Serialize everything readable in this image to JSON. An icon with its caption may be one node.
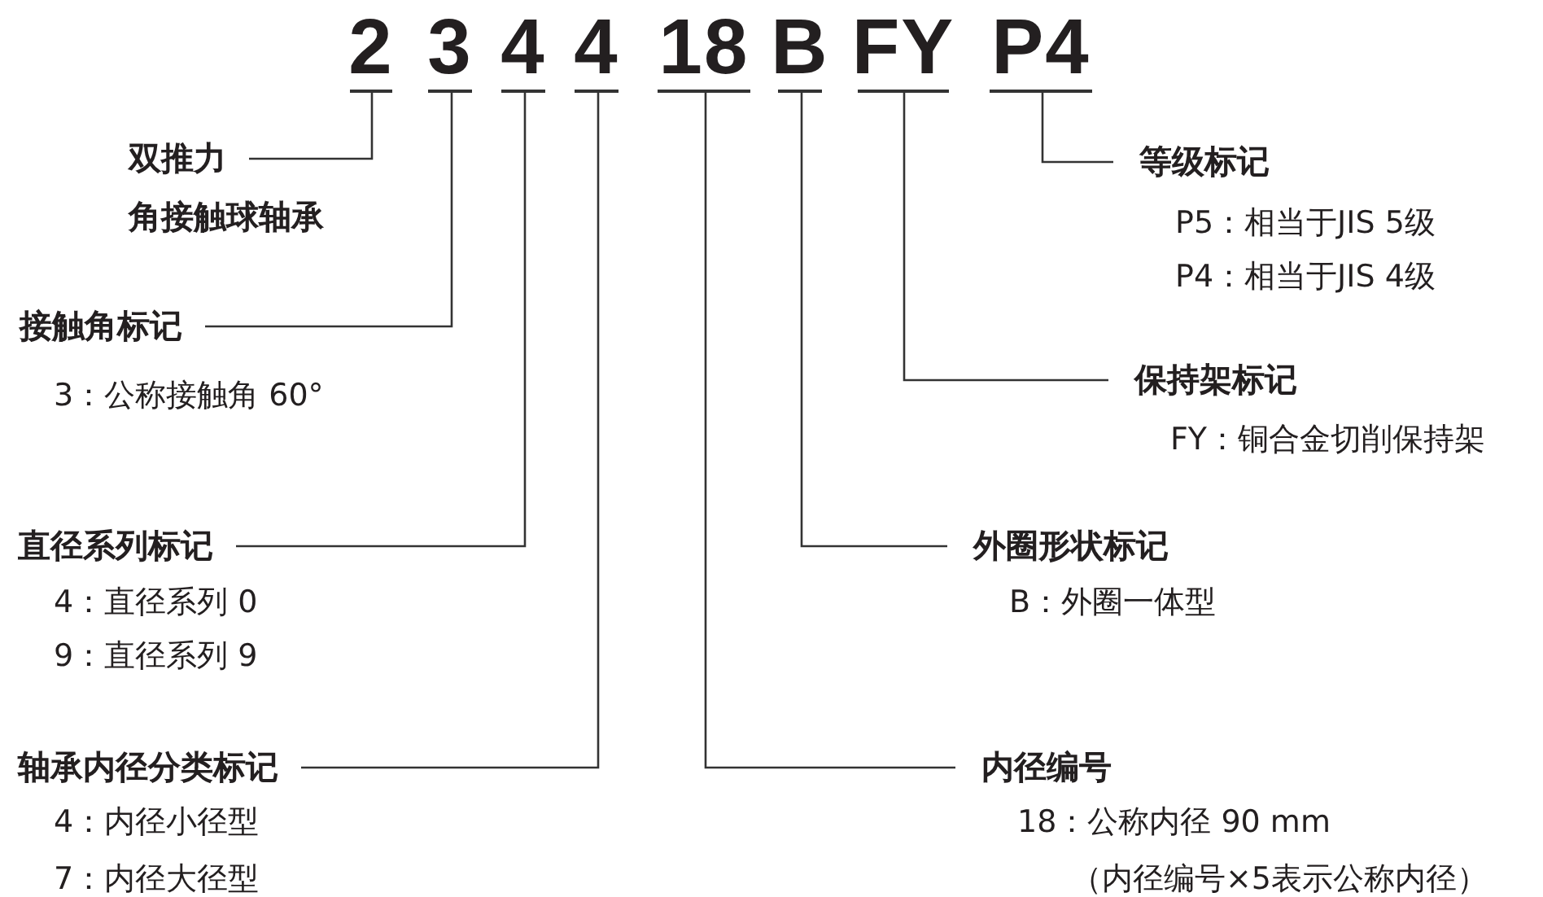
{
  "diagram": {
    "nodes": [
      {
        "text": [
          "2"
        ]
      },
      {
        "text": [
          "3"
        ]
      },
      {
        "text": [
          "4"
        ]
      },
      {
        "text": [
          "4"
        ]
      },
      {
        "text": [
          "18"
        ]
      },
      {
        "text": [
          "B"
        ]
      },
      {
        "text": [
          "FY"
        ]
      },
      {
        "text": [
          "P4"
        ]
      },
      {
        "text": [
          "双推力",
          "角接触球轴承"
        ]
      },
      {
        "text": [
          "等级标记",
          "P5：相当于JIS 5级",
          "P4：相当于JIS 4级"
        ]
      },
      {
        "text": [
          "接触角标记",
          "3：公称接触角 60°"
        ]
      },
      {
        "text": [
          "保持架标记",
          "FY：铜合金切削保持架"
        ]
      },
      {
        "text": [
          "直径系列标记",
          "4：直径系列 0",
          "9：直径系列 9"
        ]
      },
      {
        "text": [
          "外圈形状标记",
          "B：外圈一体型"
        ]
      },
      {
        "text": [
          "轴承内径分类标记",
          "4：内径小径型",
          "7：内径大径型"
        ]
      },
      {
        "text": [
          "内径编号",
          "18：公称内径 90 mm",
          "（内径编号×5表示公称内径）"
        ]
      }
    ],
    "edges": [
      {
        "from": 0,
        "to": 8,
        "arrow": "none"
      },
      {
        "from": 1,
        "to": 10,
        "arrow": "none"
      },
      {
        "from": 2,
        "to": 12,
        "arrow": "none"
      },
      {
        "from": 3,
        "to": 14,
        "arrow": "none"
      },
      {
        "from": 4,
        "to": 15,
        "arrow": "none"
      },
      {
        "from": 5,
        "to": 13,
        "arrow": "none"
      },
      {
        "from": 6,
        "to": 11,
        "arrow": "none"
      },
      {
        "from": 7,
        "to": 9,
        "arrow": "none"
      }
    ]
  }
}
